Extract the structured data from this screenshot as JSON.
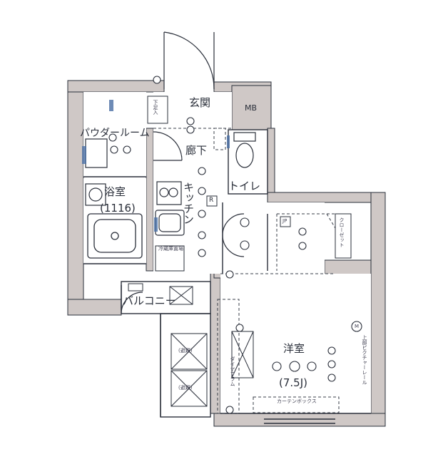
{
  "colors": {
    "wall": "#cfc8c6",
    "line": "#2a2f3a",
    "dash": "#3a3f4a",
    "fixture": "#4a6fa5",
    "floor": "#ffffff"
  },
  "rooms": {
    "genkan": "玄関",
    "mb": "MB",
    "powder_room": "パウダールーム",
    "corridor": "廊下",
    "toilet": "トイレ",
    "bathroom": "浴室",
    "bathroom_size": "(1116)",
    "kitchen": "キッチン",
    "balcony": "バルコニー",
    "western_room": "洋室",
    "western_room_size": "(7.5J)"
  },
  "labels": {
    "refrigerator": "R",
    "closet": "クローゼット",
    "curtain_rail": "上部ピクチャーレール",
    "curtain_box": "カーテンボックス",
    "vertical_note": "ダイヤフラム",
    "shoebox": "下足入",
    "emergency_ladder": "(避難)",
    "emergency_hatch": "(避難)",
    "kitchen_note": "冷蔵庫置場",
    "jp_label": "JP",
    "m_label": "M"
  },
  "icons": [
    "outlet-icon",
    "light-icon",
    "breaker-icon",
    "door-swing-icon",
    "sink-icon",
    "bathtub-icon",
    "toilet-icon",
    "stove-icon",
    "washing-machine-icon"
  ]
}
